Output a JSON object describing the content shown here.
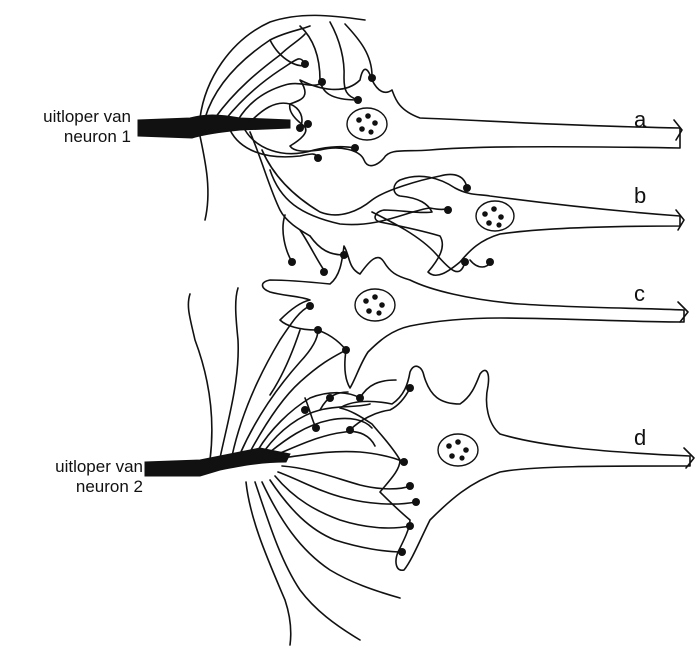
{
  "labels": {
    "neuron1_line1": "uitloper van",
    "neuron1_line2": "neuron 1",
    "neuron2_line1": "uitloper van",
    "neuron2_line2": "neuron 2",
    "cell_a": "a",
    "cell_b": "b",
    "cell_c": "c",
    "cell_d": "d"
  },
  "colors": {
    "ink": "#111111",
    "paper": "#ffffff"
  }
}
